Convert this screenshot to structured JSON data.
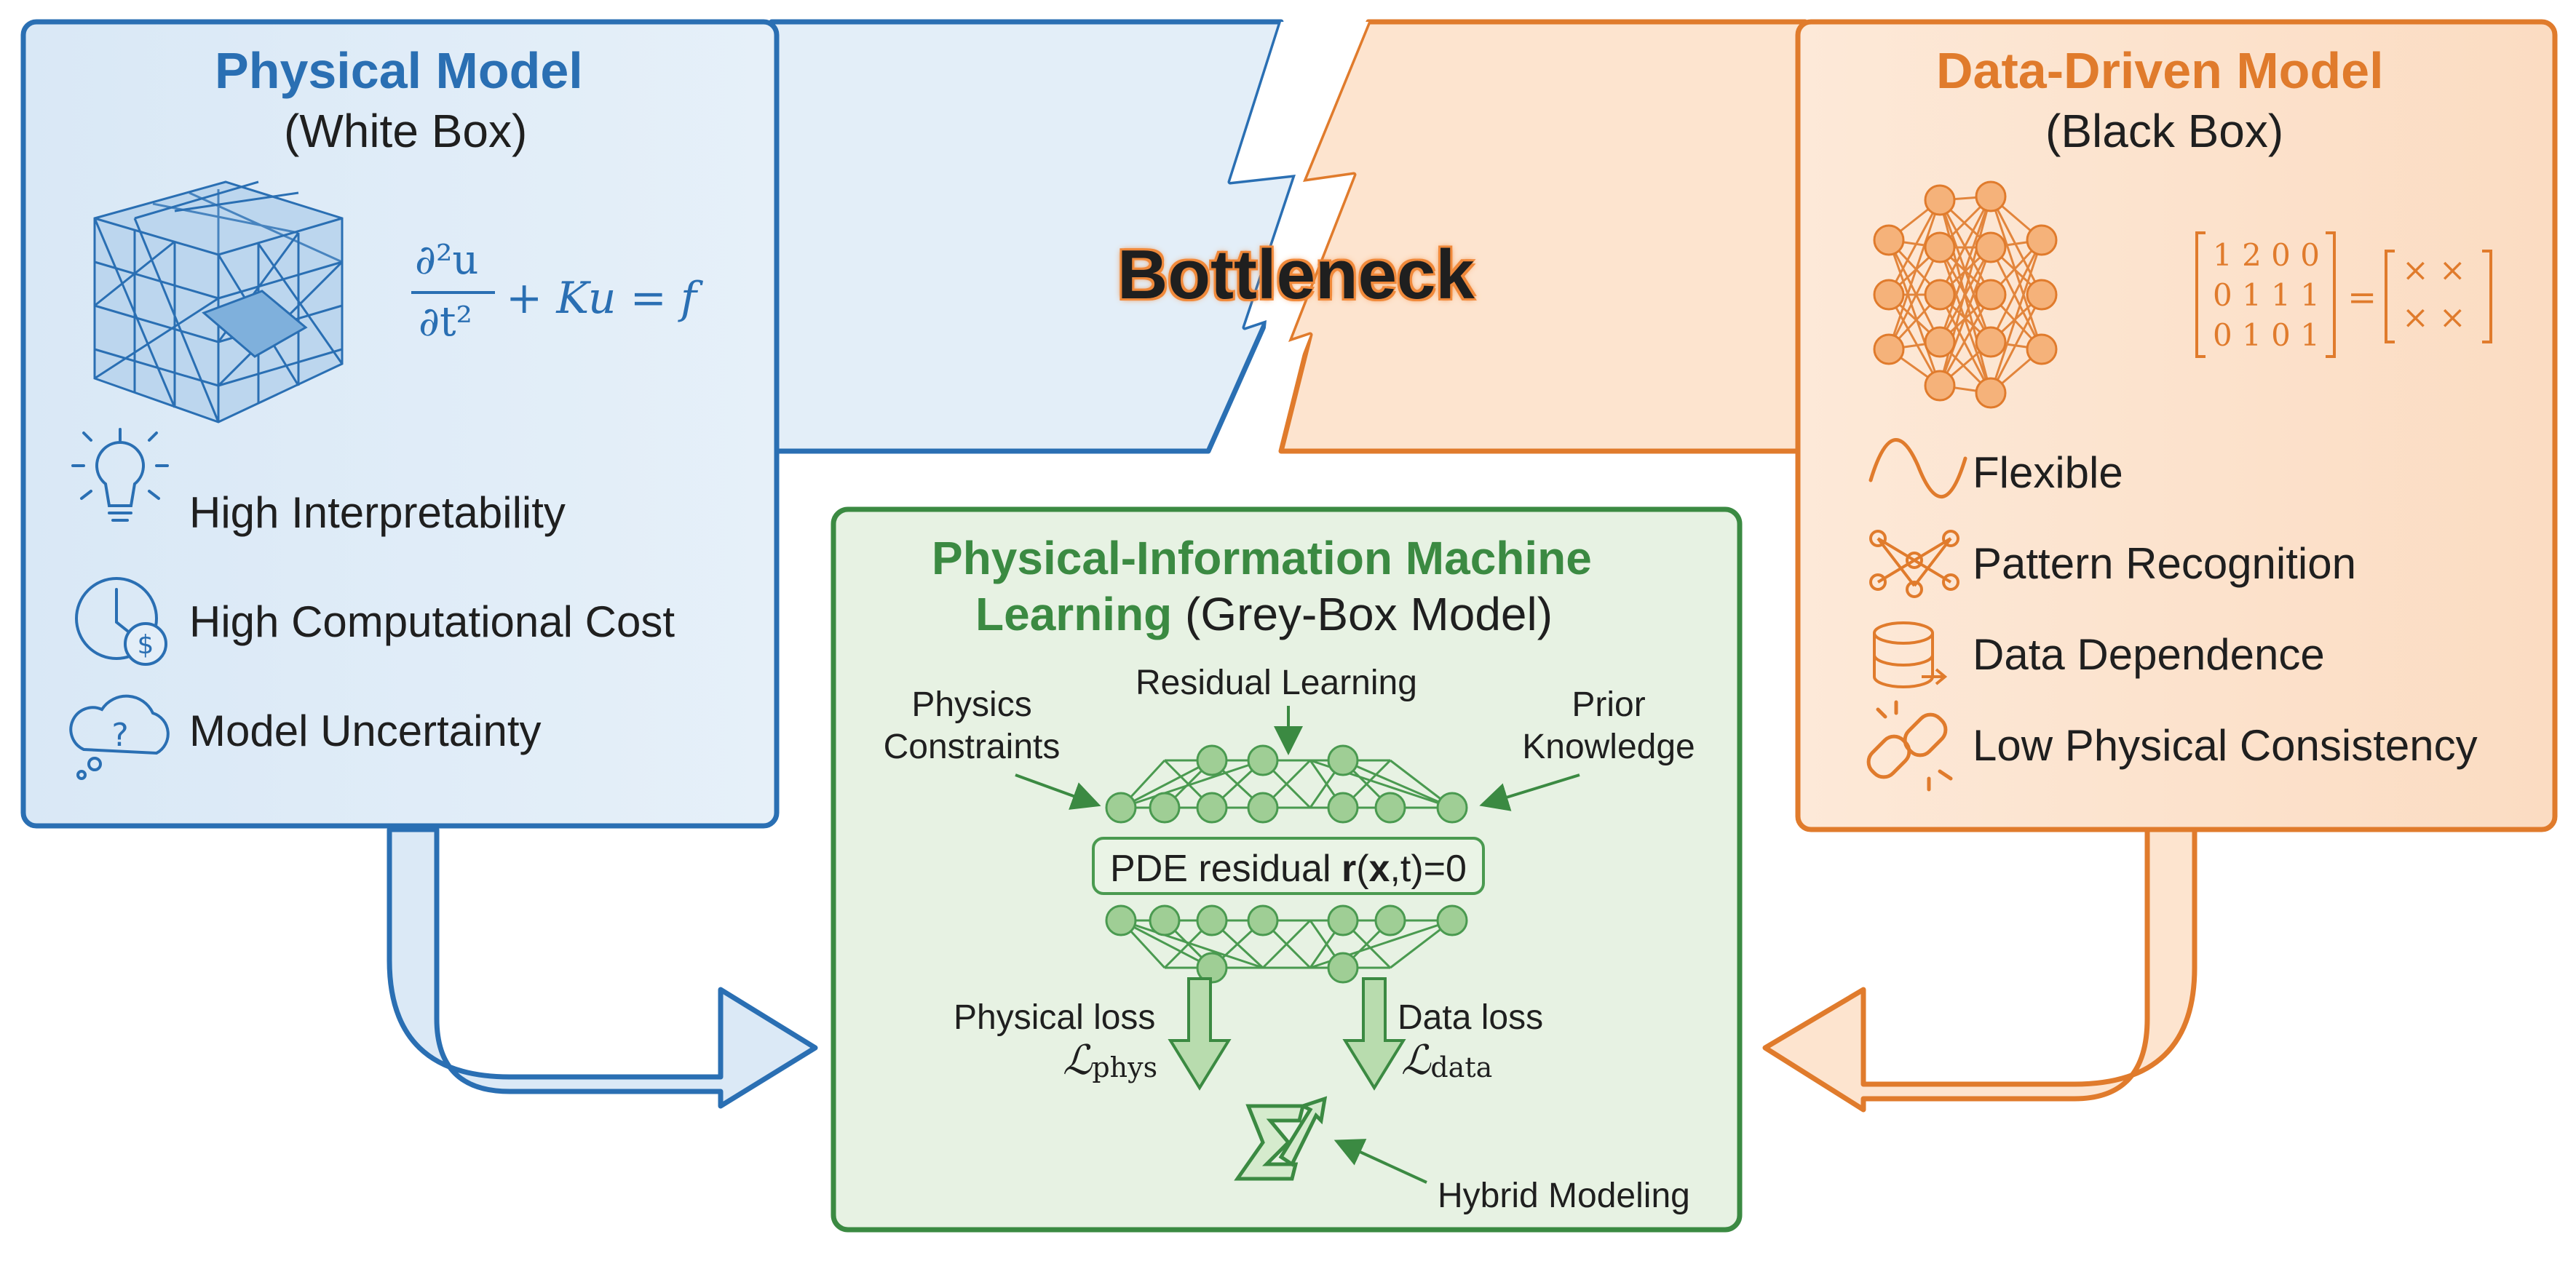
{
  "physical": {
    "title": "Physical Model",
    "subtitle": "(White Box)",
    "equation_num": "∂²u",
    "equation_den": "∂t²",
    "equation_rest": "+ Ku = f",
    "features": [
      {
        "label": "High Interpretability",
        "icon": "lightbulb-icon"
      },
      {
        "label": "High Computational Cost",
        "icon": "clock-dollar-icon"
      },
      {
        "label": "Model Uncertainty",
        "icon": "question-cloud-icon"
      }
    ],
    "color": "#2a6fb3"
  },
  "data_driven": {
    "title": "Data-Driven Model",
    "subtitle": "(Black Box)",
    "matrix_rows": [
      "1 2 0 0",
      "0 1 1 1",
      "0 1 0 1"
    ],
    "result_rows": [
      "× ×",
      "× ×"
    ],
    "equals": "=",
    "features": [
      {
        "label": "Flexible",
        "icon": "wave-icon"
      },
      {
        "label": "Pattern Recognition",
        "icon": "network-icon"
      },
      {
        "label": "Data Dependence",
        "icon": "database-icon"
      },
      {
        "label": "Low Physical Consistency",
        "icon": "broken-link-icon"
      }
    ],
    "color": "#e07b2c"
  },
  "bottleneck": "Bottleneck",
  "grey_box": {
    "title_line1": "Physical-Information Machine",
    "title_line2_bold": "Learning",
    "title_line2_rest": "(Grey-Box Model)",
    "physics_constraints": "Physics\nConstraints",
    "residual_learning": "Residual Learning",
    "prior_knowledge": "Prior\nKnowledge",
    "pde_prefix": "PDE residual ",
    "pde_r": "r",
    "pde_open": "(",
    "pde_x": "x",
    "pde_rest": ",t)=0",
    "physical_loss": "Physical loss",
    "physical_loss_sym": "ℒ",
    "physical_loss_sub": "phys",
    "data_loss": "Data loss",
    "data_loss_sym": "ℒ",
    "data_loss_sub": "data",
    "sigma": "Σ",
    "hybrid_modeling": "Hybrid Modeling",
    "color": "#3b8a42"
  }
}
